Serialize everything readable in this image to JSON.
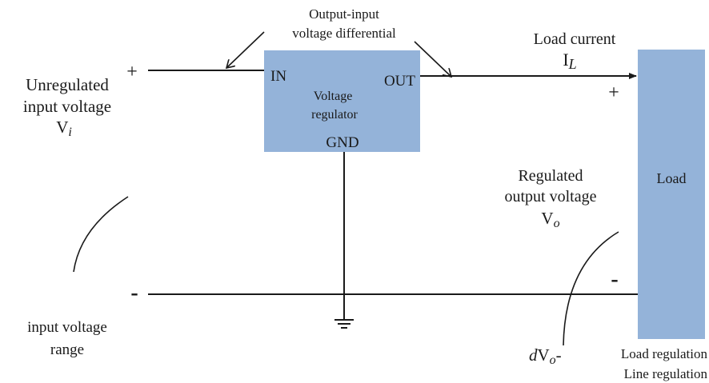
{
  "colors": {
    "regulator_fill": "#94b3d9",
    "load_fill": "#94b3d9",
    "ink": "#1a1a1a",
    "background": "#ffffff"
  },
  "annotation_top": {
    "line1": "Output-input",
    "line2": "voltage differential"
  },
  "input_side": {
    "plus": "+",
    "minus": "-",
    "label_line1": "Unregulated",
    "label_line2": "input voltage",
    "symbol": "V",
    "subscript": "i",
    "range_line1": "input voltage",
    "range_line2": "range"
  },
  "regulator": {
    "pin_in": "IN",
    "pin_out": "OUT",
    "pin_gnd": "GND",
    "name_line1": "Voltage",
    "name_line2": "regulator"
  },
  "load_current": {
    "label": "Load current",
    "symbol": "I",
    "subscript": "L"
  },
  "output_side": {
    "plus": "+",
    "minus": "-",
    "label_line1": "Regulated",
    "label_line2": "output voltage",
    "symbol": "V",
    "subscript": "o"
  },
  "load": {
    "label": "Load"
  },
  "regulation": {
    "d": "d",
    "symbol": "V",
    "subscript": "o",
    "dash": "-",
    "line1": "Load regulation",
    "line2": "Line regulation"
  }
}
